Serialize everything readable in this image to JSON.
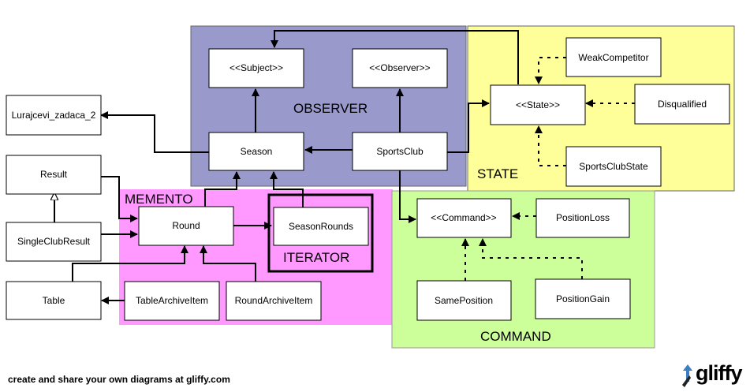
{
  "regions": {
    "observer": {
      "label": "OBSERVER",
      "color": "#9999cc"
    },
    "state": {
      "label": "STATE",
      "color": "#ffff99"
    },
    "memento": {
      "label": "MEMENTO",
      "color": "#ff99ff"
    },
    "command": {
      "label": "COMMAND",
      "color": "#ccff99"
    },
    "iterator": {
      "label": "ITERATOR"
    }
  },
  "nodes": {
    "subject": "<<Subject>>",
    "observer": "<<Observer>>",
    "season": "Season",
    "sportsclub": "SportsClub",
    "state": "<<State>>",
    "weakcompetitor": "WeakCompetitor",
    "disqualified": "Disqualified",
    "sportsclubstate": "SportsClubState",
    "lurajcevi": "Lurajcevi_zadaca_2",
    "result": "Result",
    "singleclubresult": "SingleClubResult",
    "table": "Table",
    "round": "Round",
    "seasonrounds": "SeasonRounds",
    "tablearchiveitem": "TableArchiveItem",
    "roundarchiveitem": "RoundArchiveItem",
    "command": "<<Command>>",
    "positionloss": "PositionLoss",
    "sameposition": "SamePosition",
    "positiongain": "PositionGain"
  },
  "footer": "create and share your own diagrams at gliffy.com",
  "logo": "gliffy"
}
